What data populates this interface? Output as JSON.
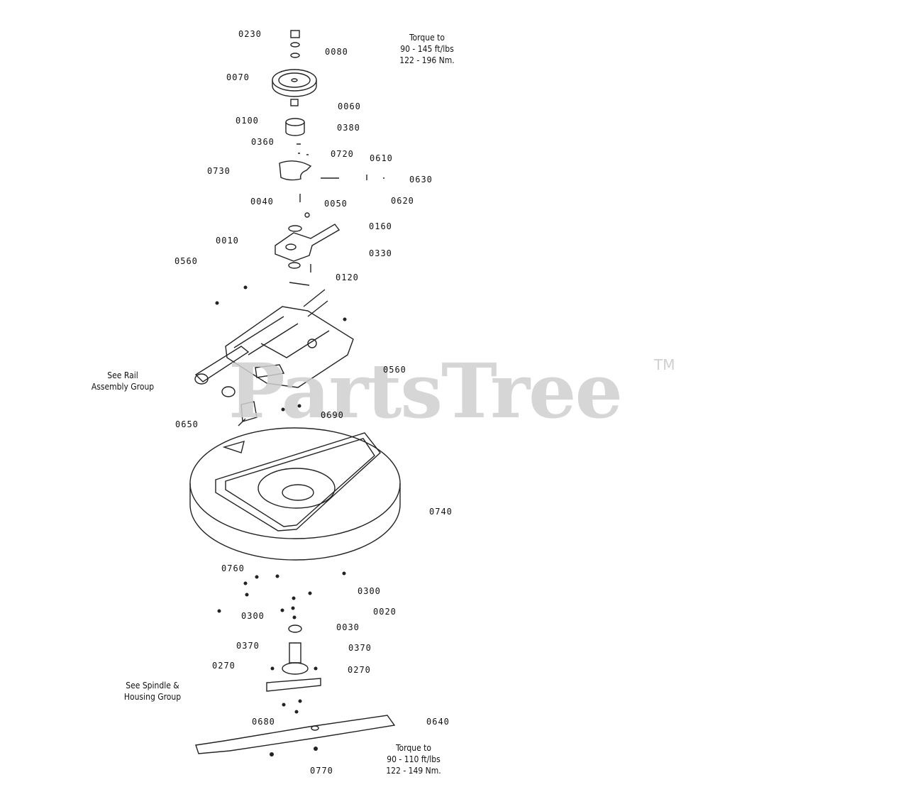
{
  "labels": {
    "p0230": "0230",
    "p0080": "0080",
    "p0070": "0070",
    "p0060": "0060",
    "p0100": "0100",
    "p0380": "0380",
    "p0360": "0360",
    "p0720": "0720",
    "p0610": "0610",
    "p0730": "0730",
    "p0630": "0630",
    "p0040": "0040",
    "p0050": "0050",
    "p0620": "0620",
    "p0160": "0160",
    "p0010": "0010",
    "p0330": "0330",
    "p0560a": "0560",
    "p0120": "0120",
    "p0560b": "0560",
    "p0690": "0690",
    "p0650": "0650",
    "p0740": "0740",
    "p0760": "0760",
    "p0300a": "0300",
    "p0300b": "0300",
    "p0020": "0020",
    "p0030": "0030",
    "p0370a": "0370",
    "p0370b": "0370",
    "p0270a": "0270",
    "p0270b": "0270",
    "p0680": "0680",
    "p0640": "0640",
    "p0770": "0770"
  },
  "notes": {
    "torque_top": [
      "Torque to",
      "90 - 145 ft/lbs",
      "122 - 196 Nm."
    ],
    "see_rail": [
      "See Rail",
      "Assembly Group"
    ],
    "see_spindle": [
      "See Spindle &",
      "Housing Group"
    ],
    "torque_bottom": [
      "Torque to",
      "90 - 110 ft/lbs",
      "122 - 149 Nm."
    ]
  },
  "watermark": {
    "text": "PartsTree",
    "tm": "TM",
    "color": "#cfcfcf"
  }
}
